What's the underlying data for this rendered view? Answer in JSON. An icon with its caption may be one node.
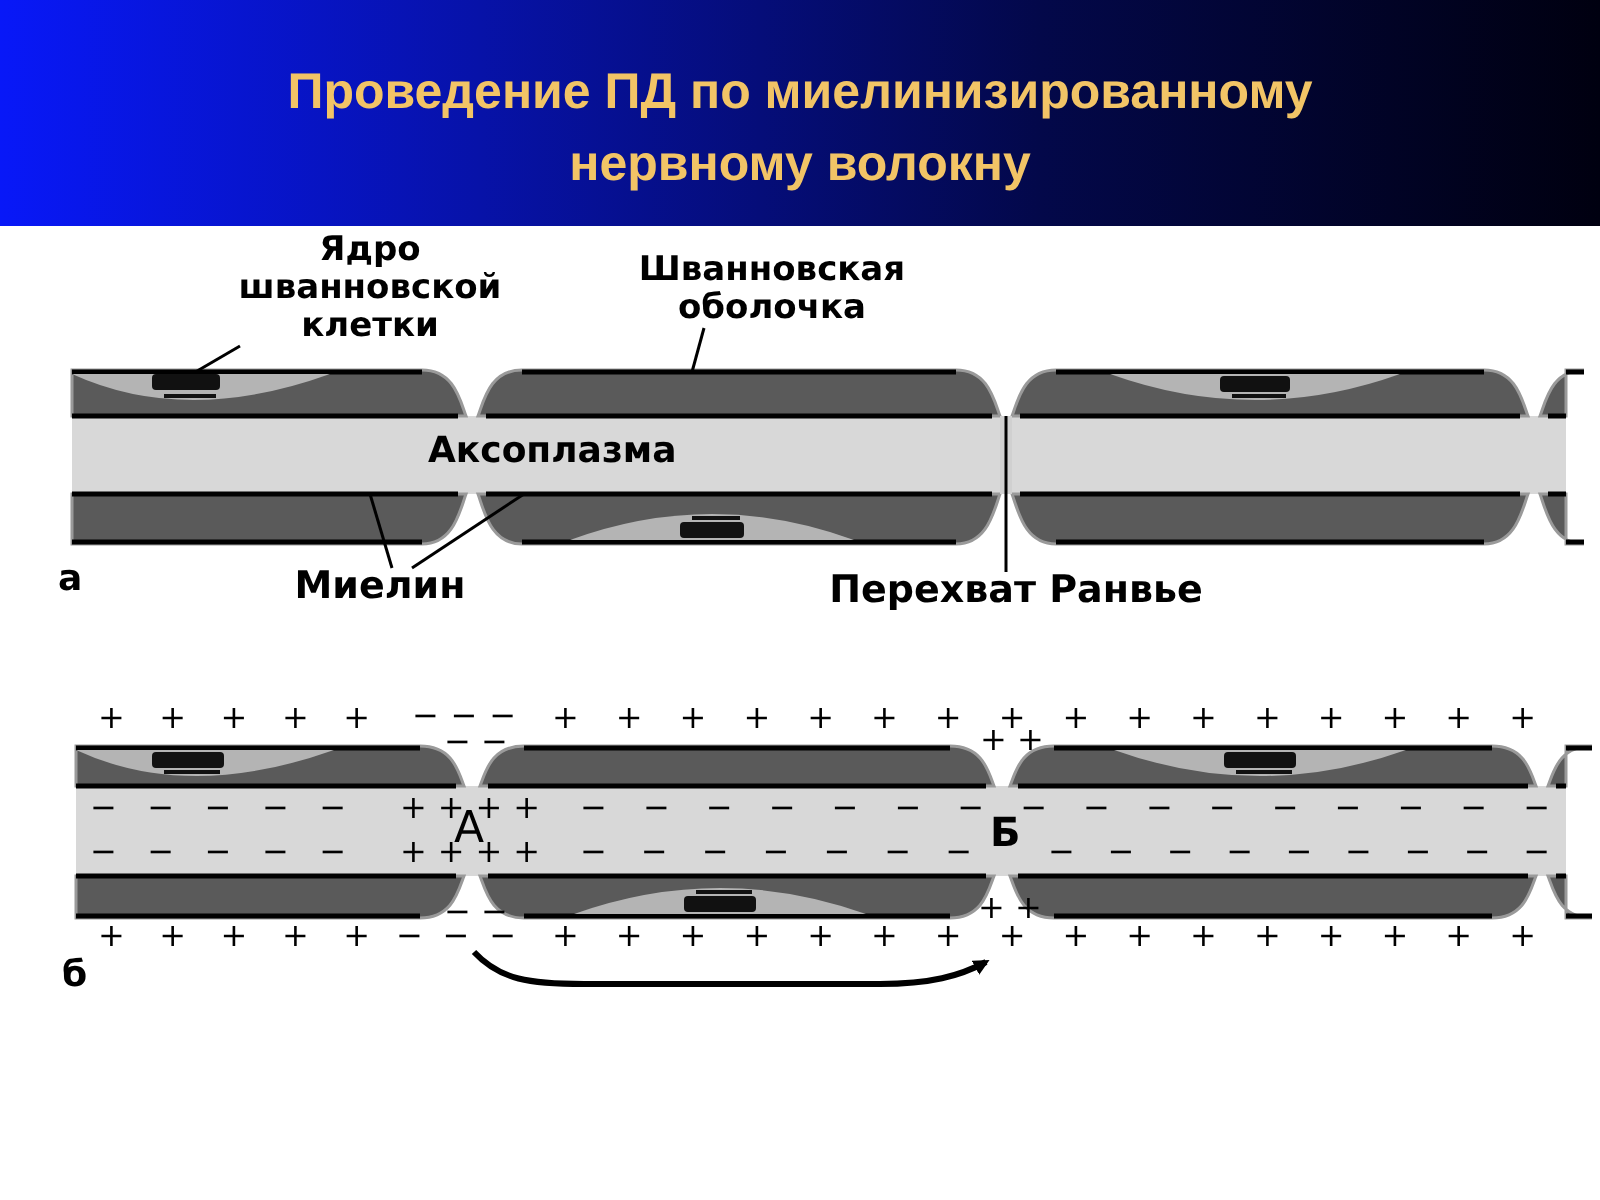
{
  "diagram": {
    "title": "Проведение ПД по миелинизированному нервному волокну",
    "nodes": [
      {
        "text": [
          "Ядро шванновской клетки"
        ]
      },
      {
        "text": [],
        "shape": "bar"
      },
      {
        "text": [
          "Шванновская оболочка"
        ]
      },
      {
        "text": [
          "Миелин"
        ]
      },
      {
        "text": [
          "Перехват Ранвье"
        ]
      },
      {
        "text": [],
        "shape": "bar"
      },
      {
        "text": [],
        "shape": "bar"
      },
      {
        "text": [],
        "shape": "bar"
      },
      {
        "text": [],
        "shape": "box"
      }
    ],
    "edges": [
      {
        "from": 0,
        "to": 1,
        "arrow": "none"
      },
      {
        "from": 2,
        "to": 5,
        "arrow": "none"
      },
      {
        "from": 3,
        "to": 6,
        "arrow": "none"
      },
      {
        "from": 3,
        "to": 7,
        "arrow": "none"
      },
      {
        "from": 4,
        "to": 8,
        "arrow": "none"
      }
    ],
    "labels": [
      "Аксоплазма",
      "а",
      "+ + + + +",
      "− − −",
      "− −",
      "+ + + + + + + + + + + + + + + +",
      "+ +",
      "− − − − −",
      "+ + + +",
      "− − − − − − − − − − − − − − − −",
      "А",
      "− − − − −",
      "+ + + +",
      "− − − − − − −",
      "Б",
      "− − − − − − − − −",
      "+ +",
      "− −",
      "+ + + + +",
      "− − −",
      "+ + + + + + + + + + + + + + + +",
      "б"
    ]
  }
}
